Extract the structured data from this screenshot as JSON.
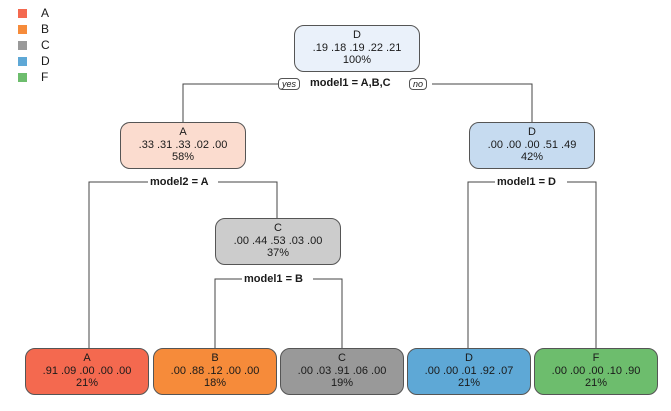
{
  "legend": [
    {
      "label": "A",
      "color": "#F4694F"
    },
    {
      "label": "B",
      "color": "#F68B3A"
    },
    {
      "label": "C",
      "color": "#999999"
    },
    {
      "label": "D",
      "color": "#5EA8D6"
    },
    {
      "label": "F",
      "color": "#6DBD6D"
    }
  ],
  "nodes": {
    "root": {
      "cls": "D",
      "probs": ".19  .18  .19  .22  .21",
      "pct": "100%",
      "fill": "#EAF1FA"
    },
    "n2": {
      "cls": "A",
      "probs": ".33  .31  .33  .02  .00",
      "pct": "58%",
      "fill": "#FBDCCF"
    },
    "n3": {
      "cls": "D",
      "probs": ".00  .00  .00  .51  .49",
      "pct": "42%",
      "fill": "#C6DBF0"
    },
    "n5": {
      "cls": "C",
      "probs": ".00  .44  .53  .03  .00",
      "pct": "37%",
      "fill": "#CCCCCC"
    },
    "leafA": {
      "cls": "A",
      "probs": ".91  .09  .00  .00  .00",
      "pct": "21%",
      "fill": "#F4694F"
    },
    "leafB": {
      "cls": "B",
      "probs": ".00  .88  .12  .00  .00",
      "pct": "18%",
      "fill": "#F68B3A"
    },
    "leafC": {
      "cls": "C",
      "probs": ".00  .03  .91  .06  .00",
      "pct": "19%",
      "fill": "#999999"
    },
    "leafD": {
      "cls": "D",
      "probs": ".00  .00  .01  .92  .07",
      "pct": "21%",
      "fill": "#5EA8D6"
    },
    "leafF": {
      "cls": "F",
      "probs": ".00  .00  .00  .10  .90",
      "pct": "21%",
      "fill": "#6DBD6D"
    }
  },
  "splits": {
    "root": "model1 = A,B,C",
    "n2": "model2 = A",
    "n3": "model1 = D",
    "n5": "model1 = B"
  },
  "yes_label": "yes",
  "no_label": "no"
}
